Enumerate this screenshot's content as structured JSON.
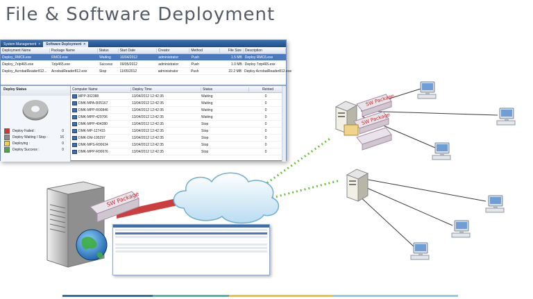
{
  "title": "File & Software Deployment",
  "tabs": [
    {
      "label": "System Management",
      "close": "×"
    },
    {
      "label": "Software Deployment",
      "close": "×"
    }
  ],
  "deploy_table": {
    "headers": [
      "Deployment Name",
      "Package Name",
      "Status",
      "Start Date",
      "Creator",
      "Method",
      "File Size",
      "Description"
    ],
    "rows": [
      [
        "Deploy_RMC6.exe",
        "RMC6.exe",
        "Waiting",
        "10/04/2012",
        "administrator",
        "Push",
        "1.5 MB",
        "Deploy RMC6.exe"
      ],
      [
        "Deploy_7zip465.exe",
        "7zip465.exe",
        "Success",
        "09/05/2012",
        "administrator",
        "Push",
        "1.0 MB",
        "Deploy 7zip465.exe"
      ],
      [
        "Deploy_AcrobatReader812...",
        "AcrobatReader812.exe",
        "Stop",
        "11/05/2012",
        "administrator",
        "Push",
        "22.2 MB",
        "Deploy AcrobatReader812.exe"
      ]
    ]
  },
  "deploy_status": {
    "heading": "Deploy Status",
    "legend": [
      {
        "label": "Deploy Failed :",
        "value": "0",
        "color": "#d8342c"
      },
      {
        "label": "Deploy Waiting / Stop :",
        "value": "16",
        "color": "#8a8a8a"
      },
      {
        "label": "Deploying :",
        "value": "0",
        "color": "#f0d048"
      },
      {
        "label": "Deploy Success :",
        "value": "0",
        "color": "#48a848"
      }
    ]
  },
  "computer_table": {
    "headers": [
      "Computer Name",
      "Deploy Time",
      "Status",
      "Retried"
    ],
    "rows": [
      [
        "MPP-302388",
        "13/04/2012 12:42:35",
        "Waiting",
        "0"
      ],
      [
        "DMK-MPA-R05167",
        "13/04/2012 12:42:35",
        "Waiting",
        "0"
      ],
      [
        "DMK-MPP-R00846",
        "13/04/2012 12:42:35",
        "Waiting",
        "0"
      ],
      [
        "DMK-MPP-429706",
        "13/04/2012 12:42:35",
        "Waiting",
        "0"
      ],
      [
        "DMK-MPP-404280",
        "13/04/2012 12:42:35",
        "Stop",
        "0"
      ],
      [
        "DMK-MP-127415",
        "13/04/2012 12:42:35",
        "Stop",
        "0"
      ],
      [
        "DMK-DM-195297",
        "13/04/2012 12:42:35",
        "Stop",
        "0"
      ],
      [
        "DMK-MPS-R00634",
        "13/04/2012 12:42:35",
        "Stop",
        "0"
      ],
      [
        "DMK-MPP-R00676",
        "13/04/2012 12:42:35",
        "Stop",
        "0"
      ]
    ]
  },
  "package_label": "SW Package",
  "colors": {
    "accent_blue": "#3a6fb0",
    "link_red": "#c62828",
    "link_green": "#6bbf3a",
    "rule_blue": "#2f6fa8",
    "rule_teal": "#49b6b0",
    "rule_yellow": "#f2c230",
    "rule_lightblue": "#8ccde8"
  }
}
